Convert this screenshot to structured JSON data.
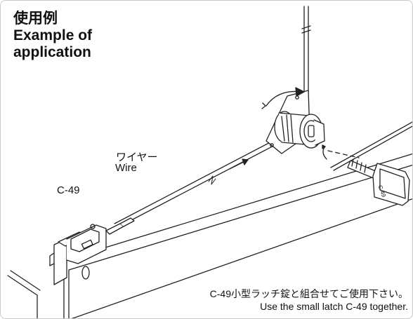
{
  "title": {
    "ja": "使用例",
    "en_line1": "Example of",
    "en_line2": "application"
  },
  "labels": {
    "wire_ja": "ワイヤー",
    "wire_en": "Wire",
    "part": "C-49",
    "key_marking": "C-49"
  },
  "caption": {
    "ja": "C-49小型ラッチ錠と組合せてご使用下さい。",
    "en": "Use the small latch C-49 together."
  },
  "colors": {
    "line": "#222222",
    "background": "#ffffff"
  }
}
